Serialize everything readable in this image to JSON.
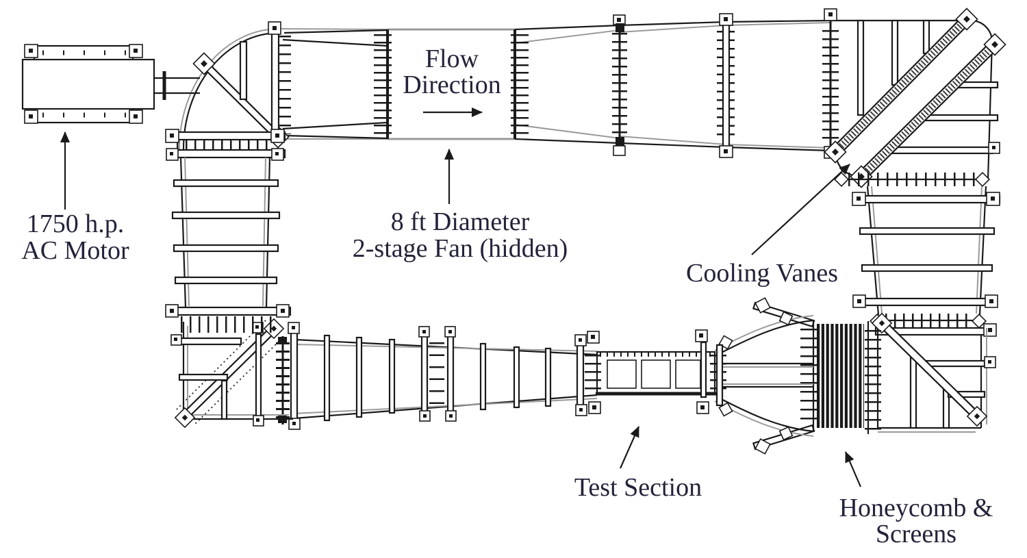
{
  "diagram": {
    "labels": {
      "motor": {
        "line1": "1750 h.p.",
        "line2": "AC Motor"
      },
      "flow_direction": {
        "line1": "Flow",
        "line2": "Direction"
      },
      "fan": {
        "line1": "8 ft Diameter",
        "line2": "2-stage Fan (hidden)"
      },
      "cooling_vanes": {
        "text": "Cooling Vanes"
      },
      "test_section": {
        "text": "Test Section"
      },
      "honeycomb": {
        "line1": "Honeycomb &",
        "line2": "Screens"
      }
    },
    "colors": {
      "ink": "#1a1a1a",
      "shell": "#9a9a9a",
      "text": "#23233a",
      "background": "#ffffff"
    }
  }
}
